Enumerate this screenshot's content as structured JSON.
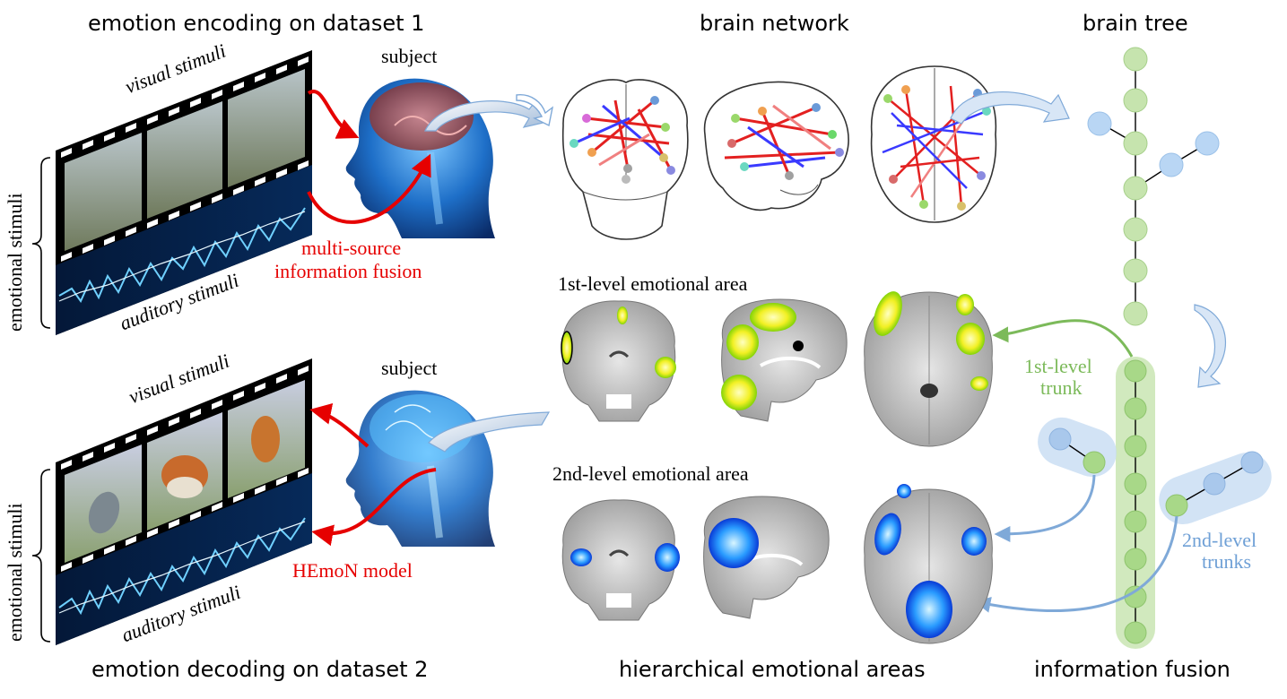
{
  "titles": {
    "encoding": "emotion encoding on dataset 1",
    "decoding": "emotion decoding on dataset 2",
    "network": "brain network",
    "tree": "brain tree",
    "areas": "hierarchical emotional areas",
    "fusion": "information fusion"
  },
  "encoding_panel": {
    "visual": "visual stimuli",
    "auditory": "auditory stimuli",
    "emotional": "emotional stimuli",
    "subject": "subject",
    "fusion_line1": "multi-source",
    "fusion_line2": "information fusion"
  },
  "decoding_panel": {
    "visual": "visual stimuli",
    "auditory": "auditory stimuli",
    "emotional": "emotional stimuli",
    "subject": "subject",
    "model": "HEmoN model"
  },
  "areas_panel": {
    "level1": "1st-level emotional area",
    "level2": "2nd-level emotional area"
  },
  "tree_panel": {
    "trunk1_line1": "1st-level",
    "trunk1_line2": "trunk",
    "trunk2_line1": "2nd-level",
    "trunk2_line2": "trunks"
  },
  "colors": {
    "red_label": "#e60000",
    "green_trunk": "#7cba5a",
    "blue_trunk": "#6fa0d6",
    "tree_node": "#c6e4ae",
    "branch_node": "#b9d6f4"
  }
}
